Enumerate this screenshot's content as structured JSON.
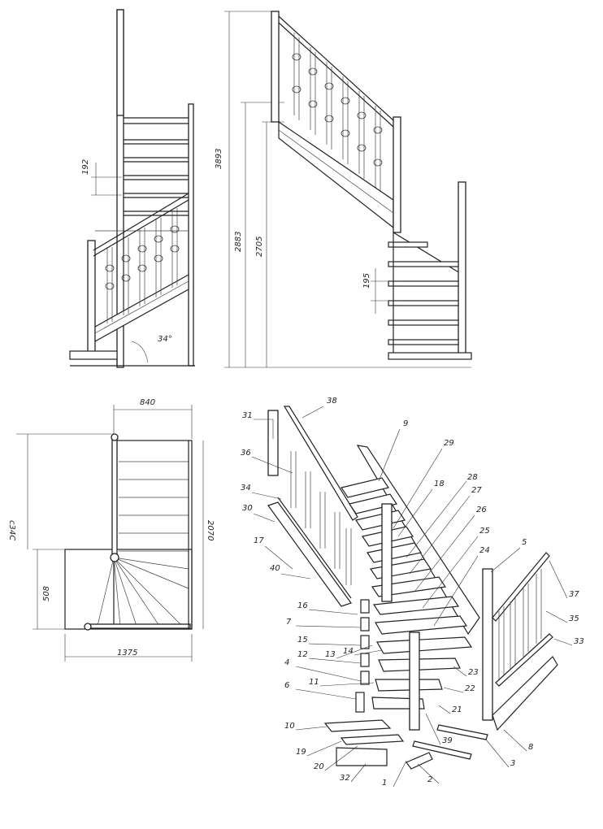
{
  "dimensions": {
    "step_rise_left": "192",
    "total_height": "3893",
    "height_2883": "2883",
    "height_2705": "2705",
    "step_rise_right": "195",
    "angle": "34°",
    "plan_width_top": "840",
    "plan_side": "2070",
    "plan_left": "c34C",
    "plan_508": "508",
    "plan_bottom": "1375"
  },
  "parts": [
    "31",
    "38",
    "9",
    "36",
    "29",
    "28",
    "18",
    "27",
    "34",
    "26",
    "30",
    "25",
    "17",
    "24",
    "5",
    "40",
    "37",
    "35",
    "16",
    "7",
    "15",
    "33",
    "12",
    "13",
    "14",
    "23",
    "4",
    "11",
    "22",
    "6",
    "21",
    "10",
    "39",
    "8",
    "19",
    "3",
    "20",
    "32",
    "1",
    "2"
  ]
}
